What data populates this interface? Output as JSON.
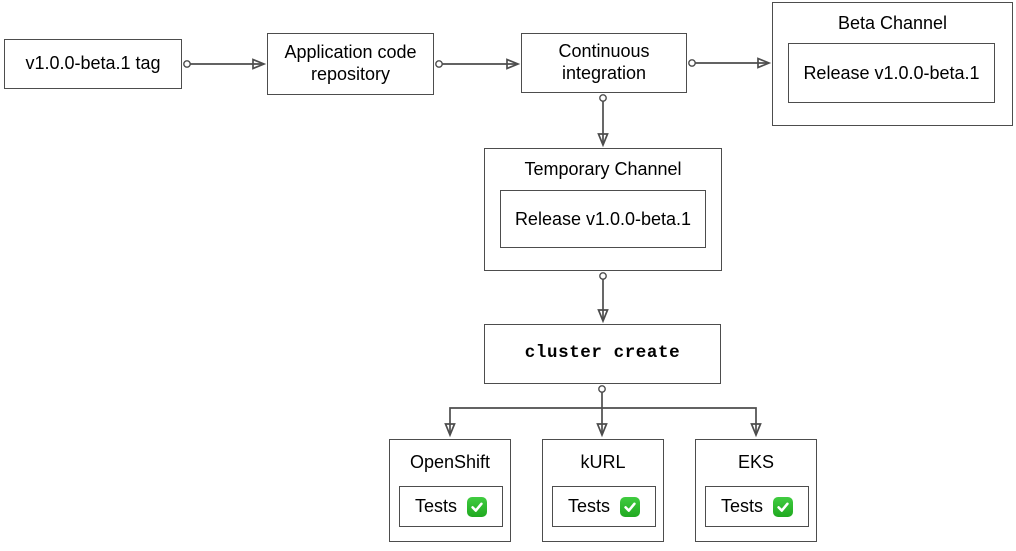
{
  "diagram": {
    "colors": {
      "stroke": "#4d4d4d",
      "text": "#000000",
      "background": "#ffffff",
      "check_green": "#1fa91f",
      "check_green_light": "#41cc41"
    },
    "nodes": {
      "tag": {
        "label": "v1.0.0-beta.1 tag"
      },
      "repo": {
        "label": "Application code repository"
      },
      "ci": {
        "label": "Continuous integration"
      },
      "beta_channel": {
        "title": "Beta Channel",
        "release_label": "Release v1.0.0-beta.1"
      },
      "temporary_channel": {
        "title": "Temporary Channel",
        "release_label": "Release v1.0.0-beta.1"
      },
      "cluster_create": {
        "label": "cluster create"
      },
      "clusters": [
        {
          "title": "OpenShift",
          "tests_label": "Tests",
          "status_icon": "check-mark-button"
        },
        {
          "title": "kURL",
          "tests_label": "Tests",
          "status_icon": "check-mark-button"
        },
        {
          "title": "EKS",
          "tests_label": "Tests",
          "status_icon": "check-mark-button"
        }
      ]
    }
  }
}
